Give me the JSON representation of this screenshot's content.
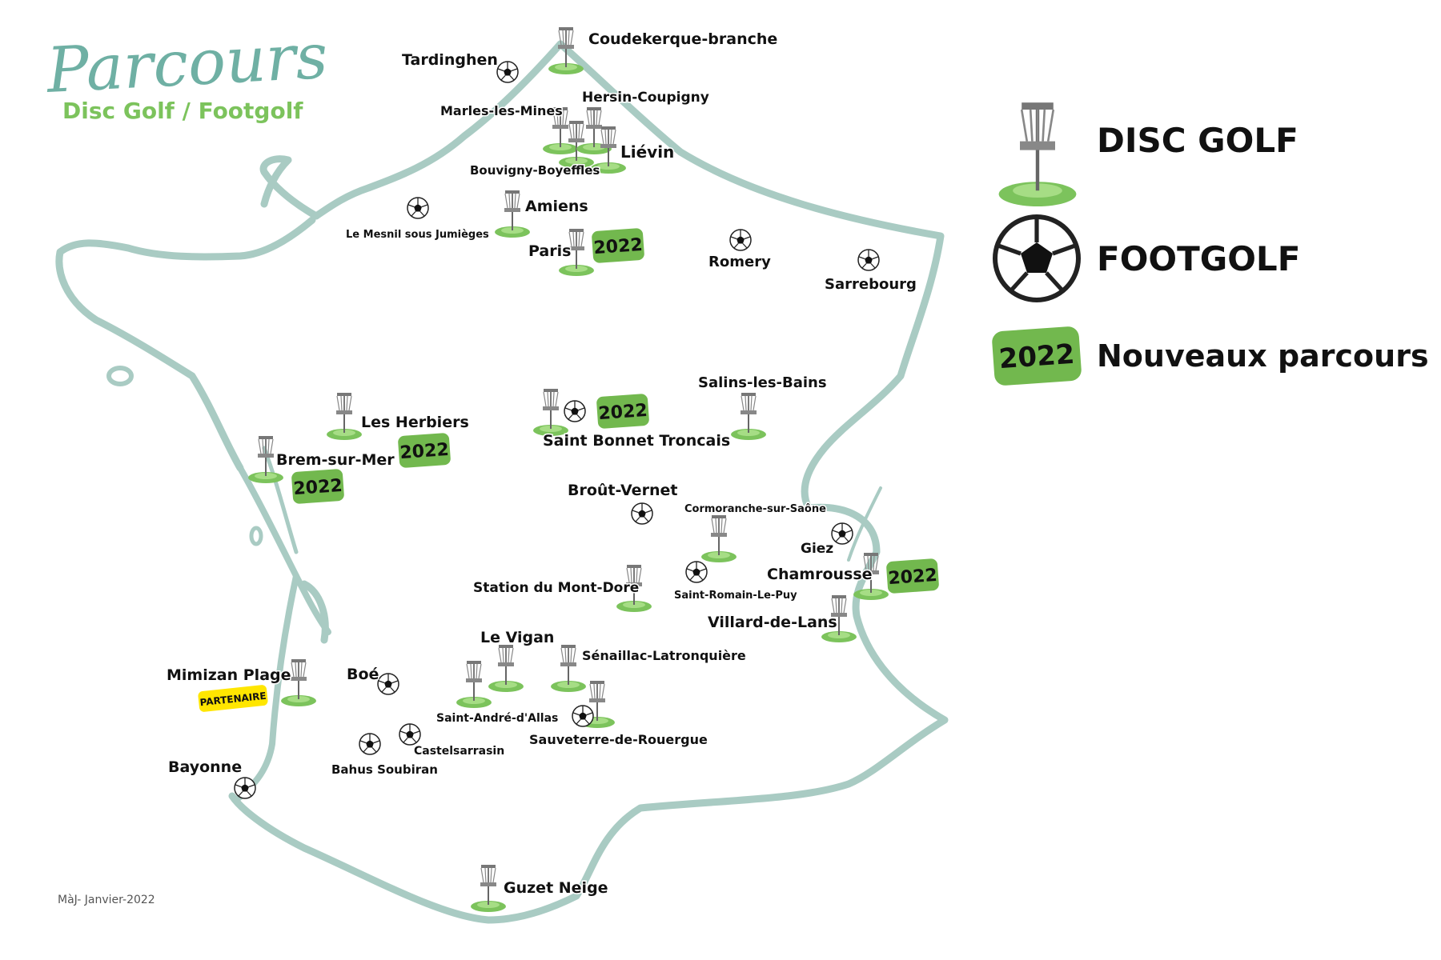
{
  "title": {
    "script": "Parcours",
    "subtitle": "Disc Golf / Footgolf"
  },
  "legend": {
    "disc_golf": "DISC GOLF",
    "footgolf": "FOOTGOLF",
    "badge": "2022",
    "new_courses": "Nouveaux parcours"
  },
  "update_note": "MàJ- Janvier-2022",
  "partner_badge": "PARTENAIRE",
  "new_badge": "2022",
  "colors": {
    "map_outline": "#a9cbc3",
    "grass": "#7cc35c",
    "badge_green": "#72b84e",
    "partner_yellow": "#ffe600",
    "title_teal": "#6fb0a4"
  },
  "labels": {
    "coudekerque": "Coudekerque-branche",
    "tardinghen": "Tardinghen",
    "hersin": "Hersin-Coupigny",
    "marles": "Marles-les-Mines",
    "lievin": "Liévin",
    "bouvigny": "Bouvigny-Boyeffles",
    "amiens": "Amiens",
    "mesnil": "Le Mesnil sous Jumièges",
    "paris": "Paris",
    "romery": "Romery",
    "sarrebourg": "Sarrebourg",
    "salins": "Salins-les-Bains",
    "herbiers": "Les Herbiers",
    "brem": "Brem-sur-Mer",
    "saint_bonnet": "Saint Bonnet Troncais",
    "brout": "Broût-Vernet",
    "cormoranche": "Cormoranche-sur-Saône",
    "giez": "Giez",
    "chamrousse": "Chamrousse",
    "saint_romain": "Saint-Romain-Le-Puy",
    "mont_dore": "Station du Mont-Dore",
    "villard": "Villard-de-Lans",
    "le_vigan": "Le Vigan",
    "senaillac": "Sénaillac-Latronquière",
    "mimizan": "Mimizan Plage",
    "boe": "Boé",
    "saint_andre": "Saint-André-d'Allas",
    "sauveterre": "Sauveterre-de-Rouergue",
    "castelsarrasin": "Castelsarrasin",
    "bahus": "Bahus Soubiran",
    "bayonne": "Bayonne",
    "guzet": "Guzet Neige"
  }
}
